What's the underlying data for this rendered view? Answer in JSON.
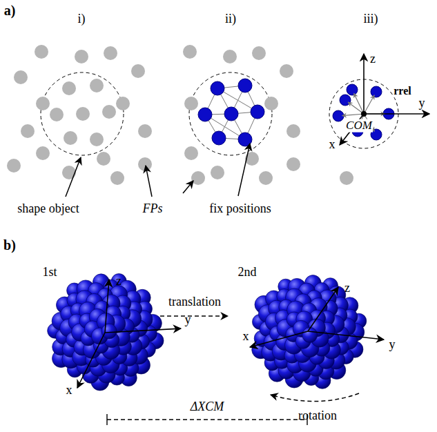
{
  "diagram": {
    "labels": [
      "a)",
      "i)",
      "ii)",
      "iii)",
      "z",
      "y",
      "x",
      "COM",
      "rrel",
      "shape object",
      "FPs",
      "fix positions",
      "b)",
      "1st",
      "z",
      "y",
      "x",
      "translation",
      "2nd",
      "z",
      "y",
      "x",
      "rotation",
      "ΔXCM"
    ]
  }
}
